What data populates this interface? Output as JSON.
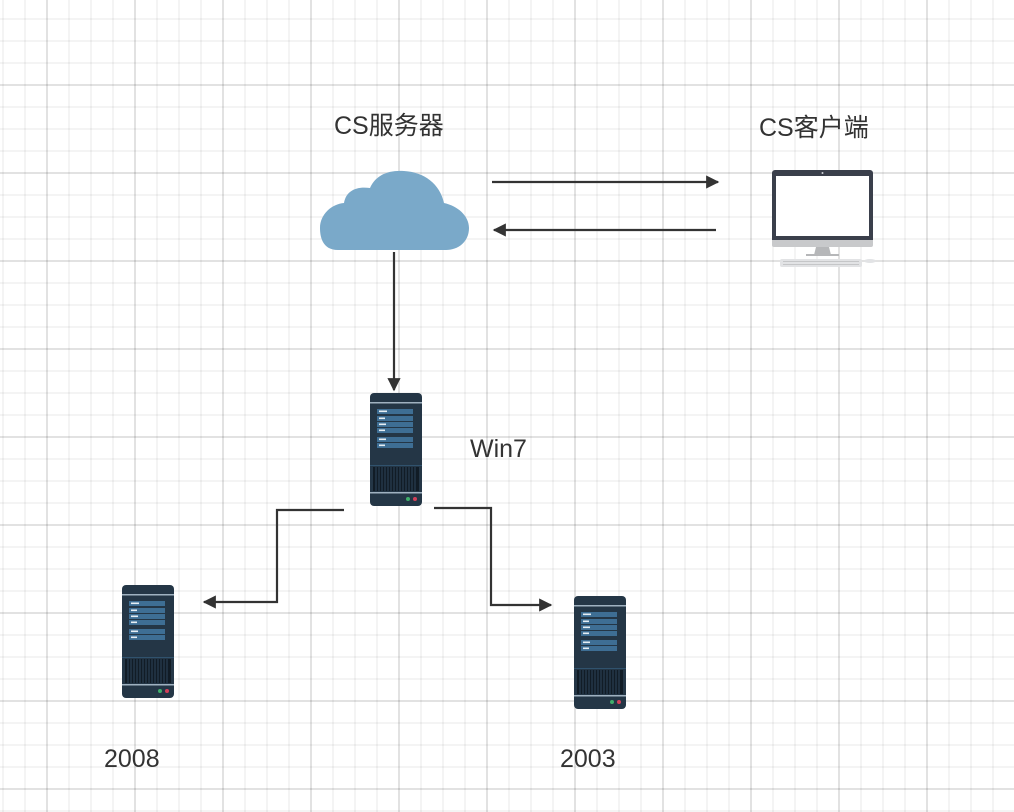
{
  "diagram": {
    "nodes": [
      {
        "id": "cs-server",
        "label": "CS服务器",
        "icon": "cloud-icon"
      },
      {
        "id": "cs-client",
        "label": "CS客户端",
        "icon": "desktop-computer-icon"
      },
      {
        "id": "win7",
        "label": "Win7",
        "icon": "server-tower-icon"
      },
      {
        "id": "host-2008",
        "label": "2008",
        "icon": "server-tower-icon"
      },
      {
        "id": "host-2003",
        "label": "2003",
        "icon": "server-tower-icon"
      }
    ],
    "edges": [
      {
        "from": "cs-server",
        "to": "cs-client"
      },
      {
        "from": "cs-client",
        "to": "cs-server"
      },
      {
        "from": "cs-server",
        "to": "win7"
      },
      {
        "from": "win7",
        "to": "host-2008"
      },
      {
        "from": "win7",
        "to": "host-2003"
      }
    ]
  },
  "colors": {
    "cloud": "#7aa9c9",
    "server_body": "#243646",
    "server_bar": "#3e6e94",
    "arrow": "#333333",
    "label": "#333333"
  }
}
